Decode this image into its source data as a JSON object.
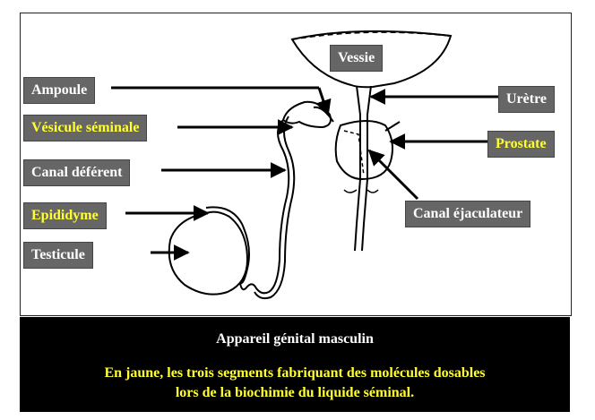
{
  "labels": {
    "vessie": "Vessie",
    "ampoule": "Ampoule",
    "vesicule": "Vésicule séminale",
    "canal_deferent": "Canal déférent",
    "epididyme": "Epididyme",
    "testicule": "Testicule",
    "uretre": "Urètre",
    "prostate": "Prostate",
    "canal_ejaculateur": "Canal éjaculateur"
  },
  "caption": {
    "title": "Appareil génital masculin",
    "line1": "En jaune, les trois segments fabriquant des molécules dosables",
    "line2": "lors de la biochimie du liquide séminal."
  },
  "colors": {
    "label_bg": "#666666",
    "label_text": "#ffffff",
    "highlight_text": "#ffff33",
    "caption_bg": "#000000"
  }
}
